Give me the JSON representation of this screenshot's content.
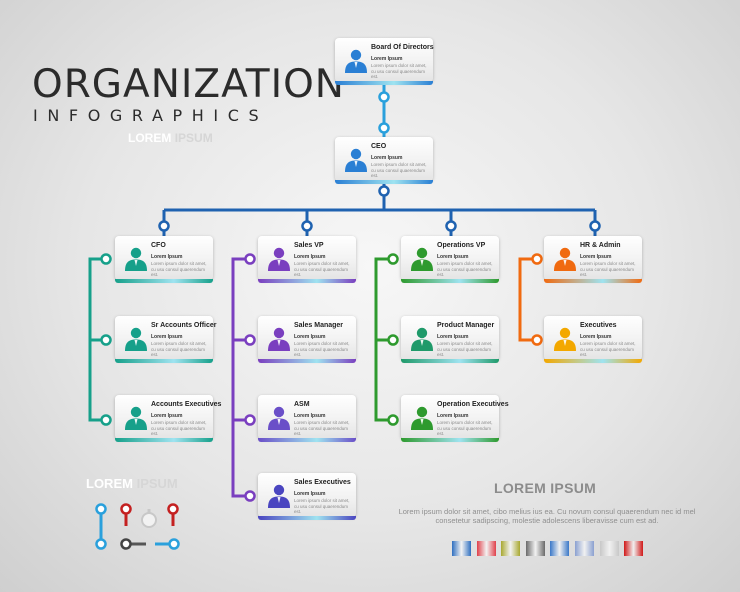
{
  "title": "ORGANIZATION",
  "subtitle": "INFOGRAPHICS",
  "lorem_top": {
    "a": "LOREM",
    "b": "IPSUM"
  },
  "lorem_bottom_left": {
    "a": "LOREM",
    "b": "IPSUM"
  },
  "lorem_right": "LOREM IPSUM",
  "paragraph": "Lorem ipsum dolor sit amet, cibo melius ius ea. Cu novum consul quaerendum nec id mel consetetur sadipscing, molestie adolescens liberavisse cum est ad.",
  "card_sub": "Lorem Ipsum",
  "card_desc": "Lorem ipsum dolor sit amet, cu usu consul quaerendum est.",
  "cards": {
    "board": {
      "title": "Board Of Directors",
      "color": "#2a7fd4"
    },
    "ceo": {
      "title": "CEO",
      "color": "#2a7fd4"
    },
    "cfo": {
      "title": "CFO",
      "color": "#16a08a"
    },
    "sr_accounts": {
      "title": "Sr Accounts Officer",
      "color": "#16a08a"
    },
    "accounts_exec": {
      "title": "Accounts Executives",
      "color": "#16a08a"
    },
    "sales_vp": {
      "title": "Sales VP",
      "color": "#7a3fbf"
    },
    "sales_manager": {
      "title": "Sales Manager",
      "color": "#7a3fbf"
    },
    "asm": {
      "title": "ASM",
      "color": "#6a4fc8"
    },
    "sales_exec": {
      "title": "Sales Executives",
      "color": "#4a45c0"
    },
    "ops_vp": {
      "title": "Operations VP",
      "color": "#2e9a2e"
    },
    "product_manager": {
      "title": "Product Manager",
      "color": "#1f9a6a"
    },
    "ops_exec": {
      "title": "Operation Executives",
      "color": "#2e9a2e"
    },
    "hr_admin": {
      "title": "HR & Admin",
      "color": "#f06a10"
    },
    "executives": {
      "title": "Executives",
      "color": "#f3a800"
    }
  },
  "swatches": [
    "#2f6fc0",
    "#e0404a",
    "#a8a830",
    "#6a6a6a",
    "#3a78c8",
    "#8aa0d0",
    "#c8c8c8",
    "#d01818"
  ]
}
